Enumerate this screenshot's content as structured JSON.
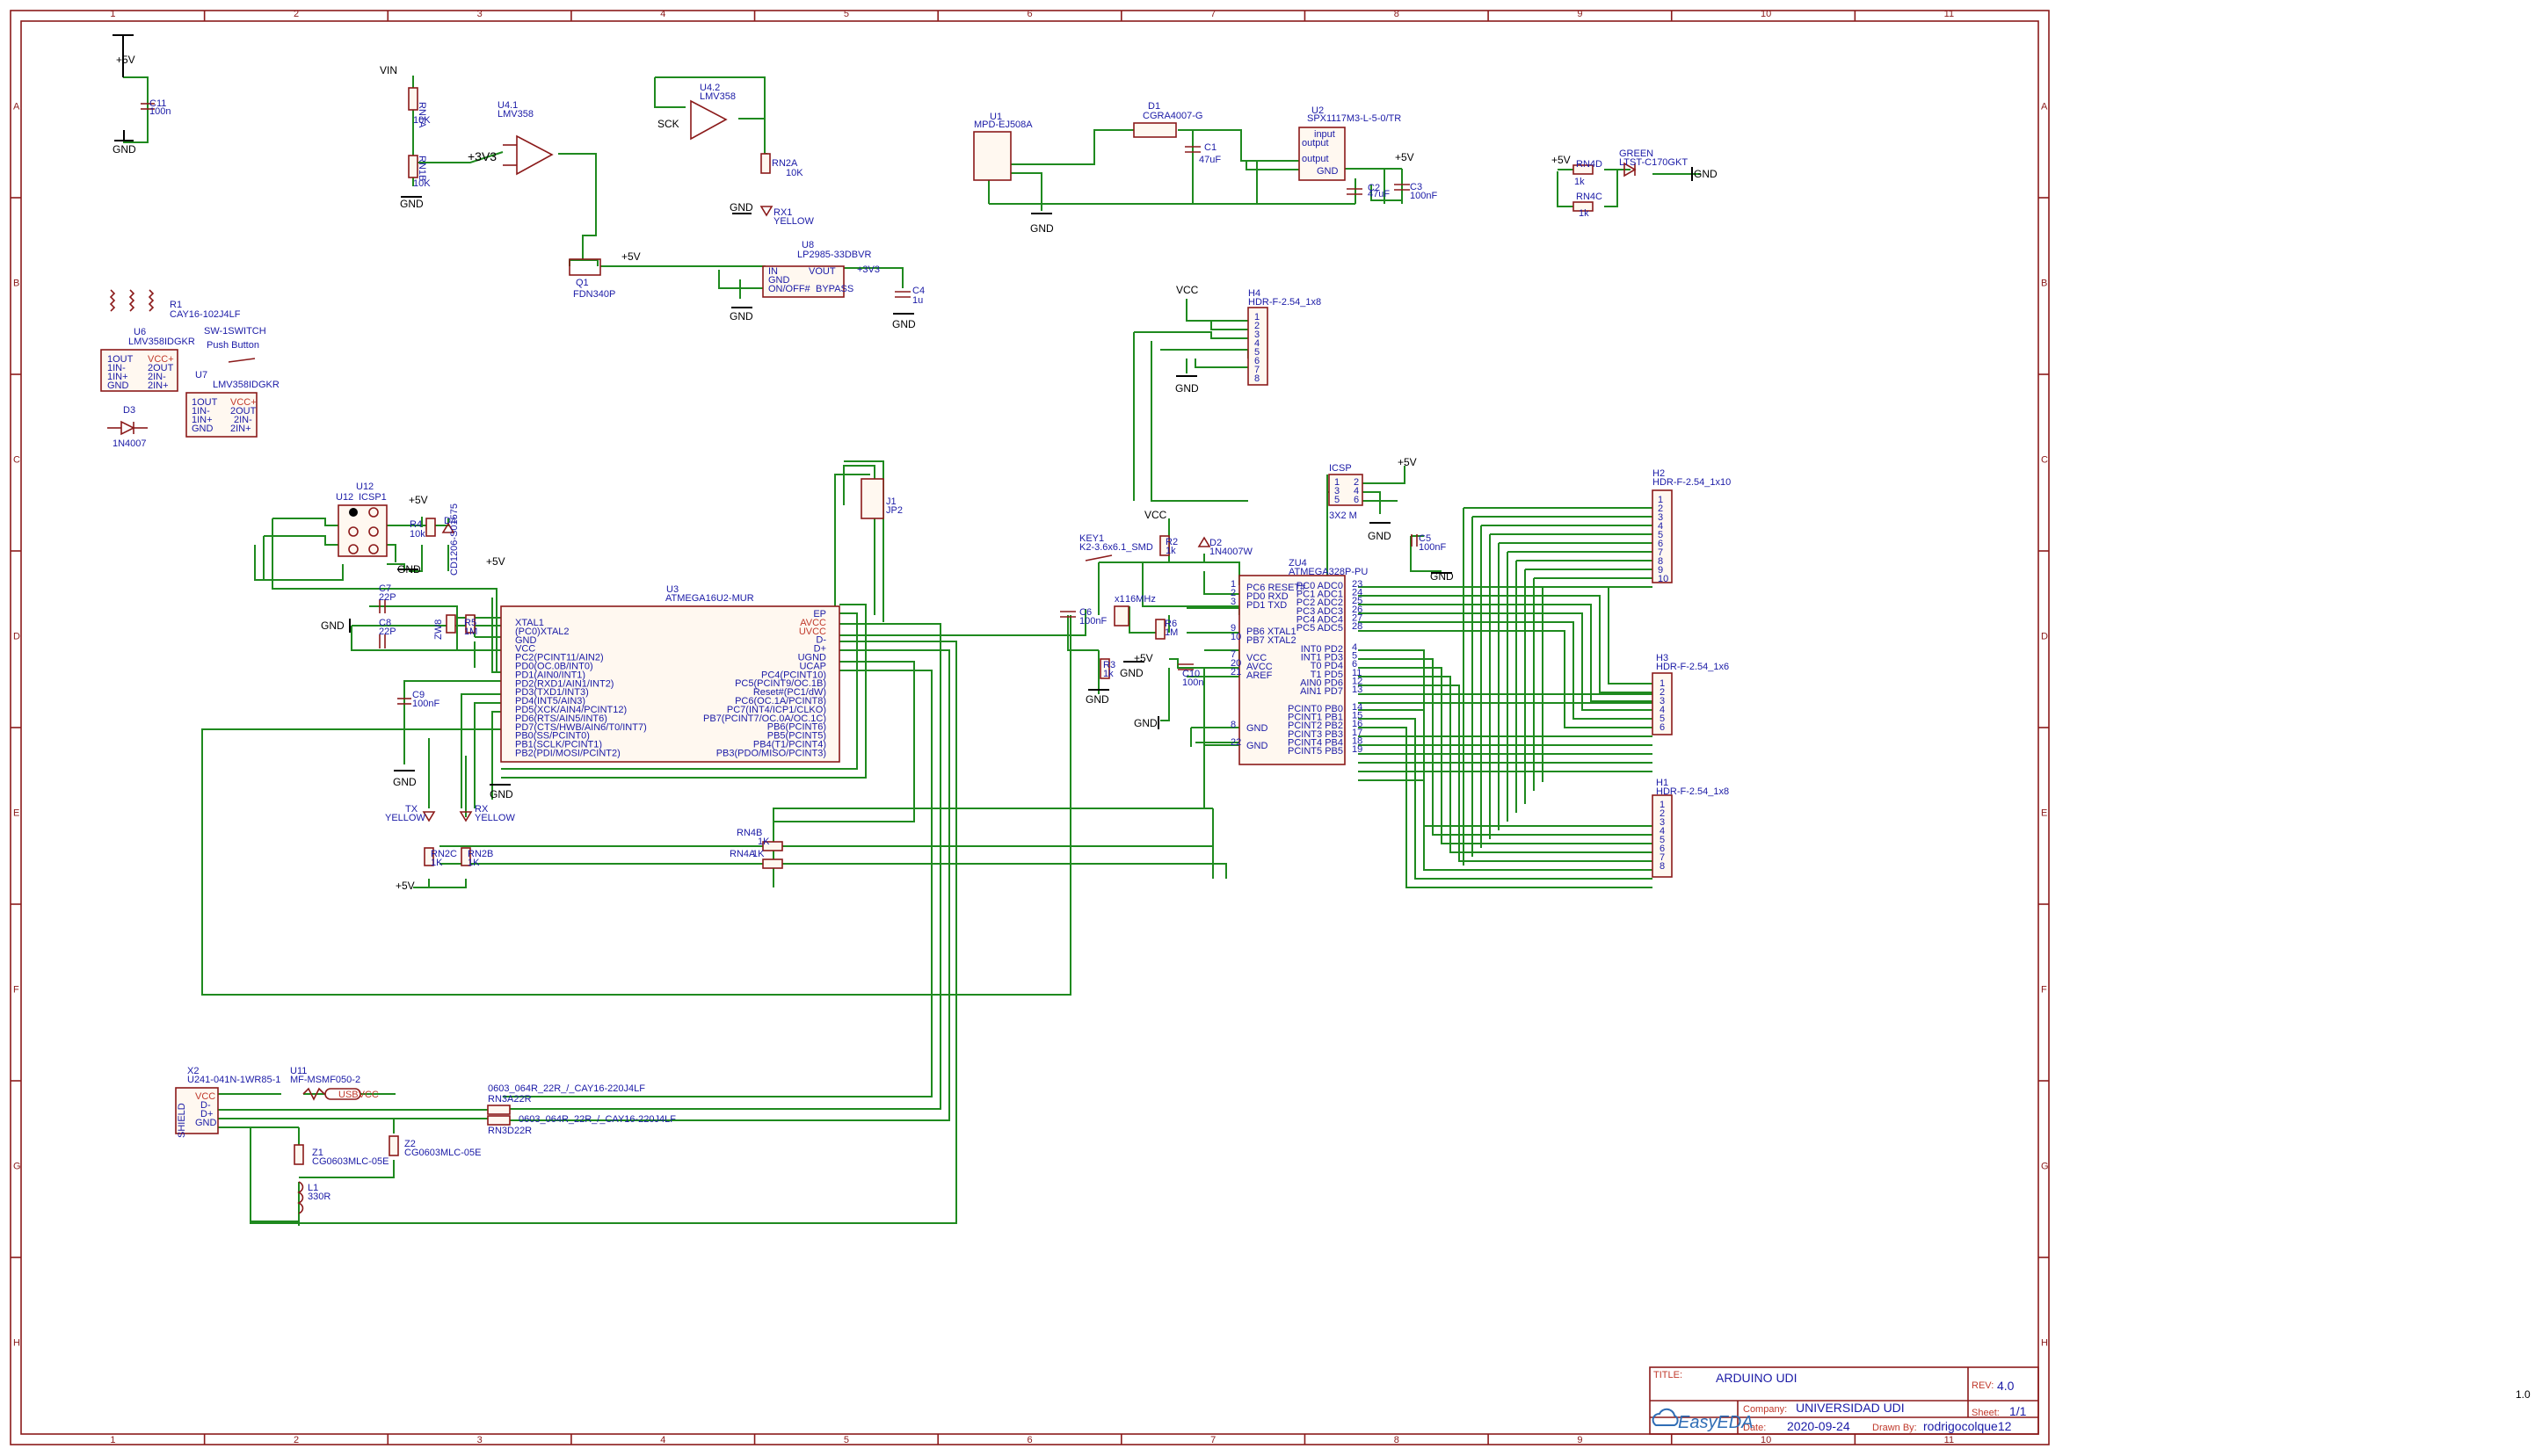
{
  "frame": {
    "columns": [
      "1",
      "2",
      "3",
      "4",
      "5",
      "6",
      "7",
      "8",
      "9",
      "10",
      "11"
    ],
    "rows": [
      "A",
      "B",
      "C",
      "D",
      "E",
      "F",
      "G",
      "H"
    ]
  },
  "title_block": {
    "title_label": "TITLE:",
    "title": "ARDUINO UDI",
    "rev_label": "REV:",
    "rev": "4.0",
    "company_label": "Company:",
    "company": "UNIVERSIDAD UDI",
    "sheet_label": "Sheet:",
    "sheet": "1/1",
    "date_label": "Date:",
    "date": "2020-09-24",
    "drawn_label": "Drawn By:",
    "drawn_by": "rodrigocolque12",
    "logo": "EasyEDA"
  },
  "zoom": "1.0",
  "power": {
    "p5v": "+5V",
    "gnd": "GND",
    "vin": "VIN",
    "p3v3": "+3V3",
    "vcc": "VCC",
    "usbvcc": "USBVCC",
    "sck": "SCK"
  },
  "components": {
    "c11": [
      "C11",
      "100n"
    ],
    "rn1a": [
      "RN1A",
      "10K"
    ],
    "rn1b": [
      "RN1B",
      "10K"
    ],
    "u41": [
      "U4.1",
      "LMV358"
    ],
    "u42": [
      "U4.2",
      "LMV358"
    ],
    "rn2a": [
      "RN2A",
      "10K"
    ],
    "rx1": [
      "RX1",
      "YELLOW"
    ],
    "u8": [
      "U8",
      "LP2985-33DBVR"
    ],
    "u8pins": [
      "IN",
      "GND",
      "ON/OFF#",
      "VOUT",
      "BYPASS",
      "+3V3"
    ],
    "c4": [
      "C4",
      "1u"
    ],
    "q1": [
      "Q1",
      "FDN340P"
    ],
    "u1": [
      "U1",
      "MPD-EJ508A"
    ],
    "d1": [
      "D1",
      "CGRA4007-G"
    ],
    "c1": [
      "C1",
      "47uF"
    ],
    "u2": [
      "U2",
      "SPX1117M3-L-5-0/TR"
    ],
    "u2pins": [
      "input",
      "output",
      "output",
      "GND"
    ],
    "c2": [
      "C2",
      "47uF"
    ],
    "c3": [
      "C3",
      "100nF"
    ],
    "rn4d": [
      "RN4D",
      "1k"
    ],
    "rn4c": [
      "RN4C",
      "1k"
    ],
    "green": [
      "GREEN",
      "LTST-C170GKT"
    ],
    "r1": [
      "R1",
      "CAY16-102J4LF"
    ],
    "u6": [
      "U6",
      "LMV358IDGKR"
    ],
    "u6pins": [
      "1OUT",
      "1IN-",
      "1IN+",
      "GND",
      "VCC+",
      "2OUT",
      "2IN-",
      "2IN+"
    ],
    "sw": [
      "SW-1SWITCH",
      "Push Button"
    ],
    "u7": [
      "U7",
      "LMV358IDGKR"
    ],
    "d3": [
      "D3",
      "1N4007"
    ],
    "h4": [
      "H4",
      "HDR-F-2.54_1x8"
    ],
    "h4pins": [
      "1",
      "2",
      "3",
      "4",
      "5",
      "6",
      "7",
      "8"
    ],
    "u12": [
      "U12",
      "ICSP1"
    ],
    "r4": [
      "R4",
      "10k"
    ],
    "d4": [
      "D4",
      "CD1206-S01575"
    ],
    "j1": [
      "J1",
      "JP2"
    ],
    "u3": [
      "U3",
      "ATMEGA16U2-MUR"
    ],
    "u3_left": [
      "XTAL1",
      "(PC0)XTAL2",
      "GND",
      "VCC",
      "PC2(PCINT11/AIN2)",
      "PD0(OC.0B/INT0)",
      "PD1(AIN0/INT1)",
      "PD2(RXD1/AIN1/INT2)",
      "PD3(TXD1/INT3)",
      "PD4(INT5/AIN3)",
      "PD5(XCK/AIN4/PCINT12)",
      "PD6(RTS/AIN5/INT6)",
      "PD7(CTS/HWB/AIN6/T0/INT7)",
      "PB0(SS/PCINT0)",
      "PB1(SCLK/PCINT1)",
      "PB2(PDI/MOSI/PCINT2)"
    ],
    "u3_right": [
      "EP",
      "AVCC",
      "UVCC",
      "D-",
      "D+",
      "UGND",
      "UCAP",
      "PC4(PCINT10)",
      "PC5(PCINT9/OC.1B)",
      "Reset#(PC1/dW)",
      "PC6(OC.1A/PCINT8)",
      "PC7(INT4/ICP1/CLKO)",
      "PB7(PCINT7/OC.0A/OC.1C)",
      "PB6(PCINT6)",
      "PB5(PCINT5)",
      "PB4(T1/PCINT4)",
      "PB3(PDO/MISO/PCINT3)"
    ],
    "c7": [
      "C7",
      "22P"
    ],
    "c8": [
      "C8",
      "22P"
    ],
    "zw8": [
      "ZW8"
    ],
    "r5": [
      "R5",
      "1M"
    ],
    "c9": [
      "C9",
      "100nF"
    ],
    "tx": [
      "TX",
      "YELLOW"
    ],
    "rxl": [
      "RX",
      "YELLOW"
    ],
    "rn2c": [
      "RN2C",
      "1K"
    ],
    "rn2b": [
      "RN2B",
      "1K"
    ],
    "rn4b": [
      "RN4B",
      "1K"
    ],
    "rn4a": [
      "RN4A",
      "1K"
    ],
    "key1": [
      "KEY1",
      "K2-3.6x6.1_SMD"
    ],
    "r2": [
      "R2",
      "1k"
    ],
    "d2": [
      "D2",
      "1N4007W"
    ],
    "c6": [
      "C6",
      "100nF"
    ],
    "x1": [
      "x1",
      "16MHz"
    ],
    "r6": [
      "R6",
      "1M"
    ],
    "r3": [
      "R3",
      "1k"
    ],
    "c10": [
      "C10",
      "100n"
    ],
    "zu4": [
      "ZU4",
      "ATMEGA328P-PU"
    ],
    "zu4_left": [
      "PC6 RESET#",
      "PD0 RXD",
      "PD1 TXD",
      "PB6 XTAL1",
      "PB7 XTAL2",
      "VCC",
      "AVCC",
      "AREF",
      "GND",
      "GND"
    ],
    "zu4_left_nums": [
      "1",
      "2",
      "3",
      "9",
      "10",
      "7",
      "20",
      "21",
      "8",
      "22"
    ],
    "zu4_right": [
      "PC0 ADC0",
      "PC1 ADC1",
      "PC2 ADC2",
      "PC3 ADC3",
      "PC4 ADC4",
      "PC5 ADC5",
      "INT0 PD2",
      "INT1 PD3",
      "T0 PD4",
      "T1 PD5",
      "AIN0 PD6",
      "AIN1 PD7",
      "PCINT0 PB0",
      "PCINT1 PB1",
      "PCINT2 PB2",
      "PCINT3 PB3",
      "PCINT4 PB4",
      "PCINT5 PB5"
    ],
    "zu4_right_nums": [
      "23",
      "24",
      "25",
      "26",
      "27",
      "28",
      "4",
      "5",
      "6",
      "11",
      "12",
      "13",
      "14",
      "15",
      "16",
      "17",
      "18",
      "19"
    ],
    "icsp": [
      "ICSP",
      "3X2 M"
    ],
    "icsp_pins": [
      "1",
      "2",
      "3",
      "4",
      "5",
      "6"
    ],
    "c5": [
      "C5",
      "100nF"
    ],
    "h2": [
      "H2",
      "HDR-F-2.54_1x10"
    ],
    "h2pins": [
      "1",
      "2",
      "3",
      "4",
      "5",
      "6",
      "7",
      "8",
      "9",
      "10"
    ],
    "h3": [
      "H3",
      "HDR-F-2.54_1x6"
    ],
    "h3pins": [
      "1",
      "2",
      "3",
      "4",
      "5",
      "6"
    ],
    "h1": [
      "H1",
      "HDR-F-2.54_1x8"
    ],
    "h1pins": [
      "1",
      "2",
      "3",
      "4",
      "5",
      "6",
      "7",
      "8"
    ],
    "x2": [
      "X2",
      "U241-041N-1WR85-1"
    ],
    "x2pins": [
      "VCC",
      "D-",
      "D+",
      "GND"
    ],
    "x2shield": "SHIELD",
    "u11": [
      "U11",
      "MF-MSMF050-2"
    ],
    "rn3a": [
      "0603_064R_22R_/_CAY16-220J4LF",
      "RN3A22R"
    ],
    "rn3d": [
      "0603_064R_22R_/_CAY16-220J4LF",
      "RN3D22R"
    ],
    "z1": [
      "Z1",
      "CG0603MLC-05E"
    ],
    "z2": [
      "Z2",
      "CG0603MLC-05E"
    ],
    "l1": [
      "L1",
      "330R"
    ]
  }
}
